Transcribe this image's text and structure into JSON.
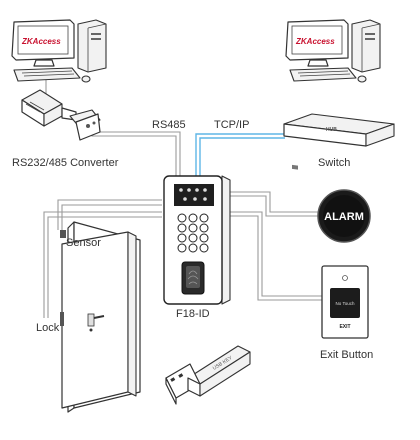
{
  "diagram": {
    "pc_brand_text": "ZKAccess",
    "labels": {
      "rs485": "RS485",
      "tcpip": "TCP/IP",
      "converter": "RS232/485 Converter",
      "switch": "Switch",
      "sensor": "Sensor",
      "lock": "Lock",
      "device": "F18-ID",
      "exit_button": "Exit Button"
    },
    "alarm_text": "ALARM",
    "exit_button_face_text": "No Touch",
    "exit_button_sub_text": "EXIT",
    "switch_face_text": "HUB",
    "usb_text": "USB KEY",
    "colors": {
      "tcpip_line": "#5fb6e6",
      "wire": "#9a9a9a",
      "brand_red": "#c8102e",
      "alarm_bg": "#111111"
    },
    "icons": [
      "pc-icon",
      "converter-icon",
      "switch-icon",
      "alarm-icon",
      "door-icon",
      "access-terminal-icon",
      "exit-button-icon",
      "usb-key-icon"
    ]
  }
}
